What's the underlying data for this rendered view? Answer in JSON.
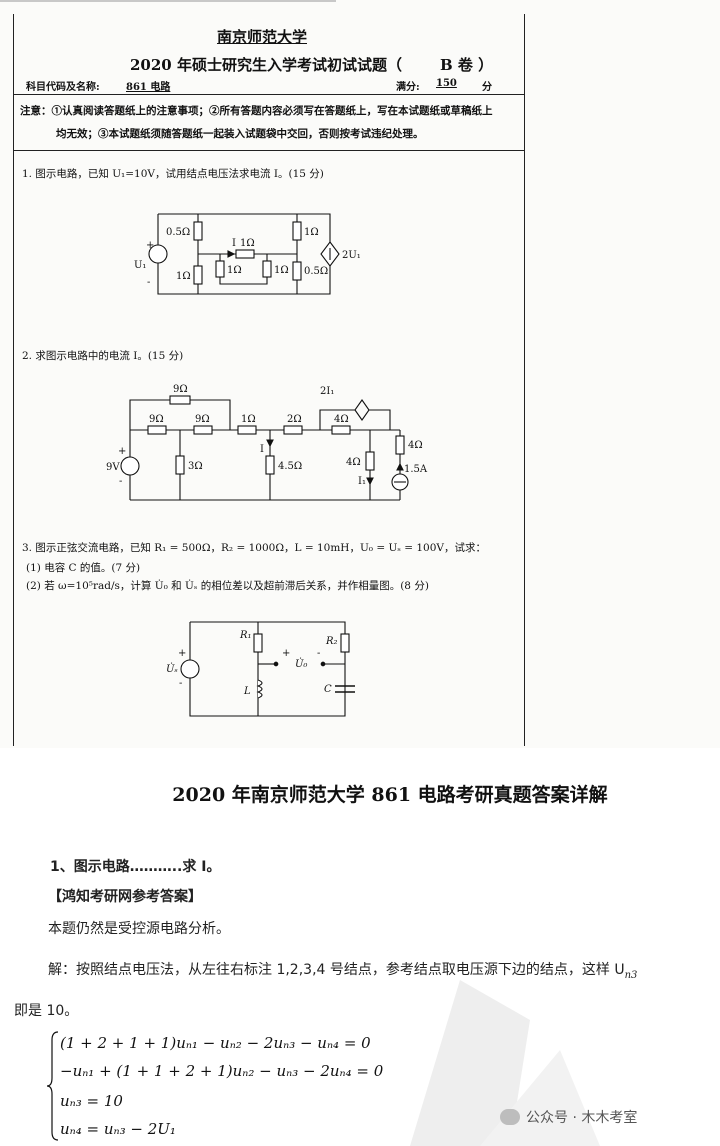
{
  "exam": {
    "university": "南京师范大学",
    "title": "2020 年硕士研究生入学考试初试试题（",
    "paper": "B 卷 ）",
    "subject_label": "科目代码及名称:",
    "subject_value": "861 电路",
    "score_label": "满分:",
    "score_value": "150",
    "score_unit": "分",
    "notice_line1": "注意：①认真阅读答题纸上的注意事项；②所有答题内容必须写在答题纸上，写在本试题纸或草稿纸上",
    "notice_line2": "均无效；③本试题纸须随答题纸一起装入试题袋中交回，否则按考试违纪处理。"
  },
  "questions": [
    {
      "text": "1.  图示电路，已知 U₁=10V，试用结点电压法求电流 I。(15 分)"
    },
    {
      "text": "2.  求图示电路中的电流 I。(15 分)"
    },
    {
      "text": "3.  图示正弦交流电路，已知 R₁ = 500Ω，R₂ = 1000Ω，L = 10mH，U₀ = Uₛ = 100V，试求：",
      "sub1": "(1) 电容 C 的值。(7 分)",
      "sub2": "(2) 若 ω=10⁵rad/s，计算 U̇₀ 和 U̇ₛ 的相位差以及超前滞后关系，并作相量图。(8 分)"
    }
  ],
  "circuit1": {
    "r_05_left": "0.5Ω",
    "r_1_left": "1Ω",
    "r_1_top": "1Ω",
    "i_label": "I",
    "r_1_mid_a": "1Ω",
    "r_1_mid_b": "1Ω",
    "r_1_right_top": "1Ω",
    "r_05_right": "0.5Ω",
    "source_v": "U₁",
    "source_dep": "2U₁",
    "plus": "+",
    "minus": "-"
  },
  "circuit2": {
    "r_9_top": "9Ω",
    "r_9_a": "9Ω",
    "r_9_b": "9Ω",
    "r_1": "1Ω",
    "r_2": "2Ω",
    "r_4_top": "4Ω",
    "dep": "2I₁",
    "r_3": "3Ω",
    "r_45": "4.5Ω",
    "r_4_mid": "4Ω",
    "r_4_right": "4Ω",
    "i_label": "I",
    "i1_label": "I₁",
    "cur_src": "1.5A",
    "volt_src": "9V",
    "plus": "+",
    "minus": "-"
  },
  "circuit3": {
    "r1": "R₁",
    "r2": "R₂",
    "l": "L",
    "c": "C",
    "us": "U̇ₛ",
    "uo": "U̇₀",
    "plus": "+",
    "minus": "-"
  },
  "solution": {
    "title": "2020 年南京师范大学 861 电路考研真题答案详解",
    "q1_heading": "1、图示电路………..求 I。",
    "ref_heading": "【鸿知考研网参考答案】",
    "intro": "本题仍然是受控源电路分析。",
    "method": "解：按照结点电压法，从左往右标注 1,2,3,4 号结点，参考结点取电压源下边的结点，这样 U",
    "method_sub": "n3",
    "method_cont": "即是 10。",
    "eq1": "(1 + 2 + 1 + 1)uₙ₁ − uₙ₂ − 2uₙ₃ − uₙ₄ = 0",
    "eq2": "−uₙ₁ + (1 + 1 + 2 + 1)uₙ₂ − uₙ₃ − 2uₙ₄ = 0",
    "eq3": "uₙ₃ = 10",
    "eq4": "uₙ₄ = uₙ₃ − 2U₁"
  },
  "watermark": "公众号 · 木木考室"
}
